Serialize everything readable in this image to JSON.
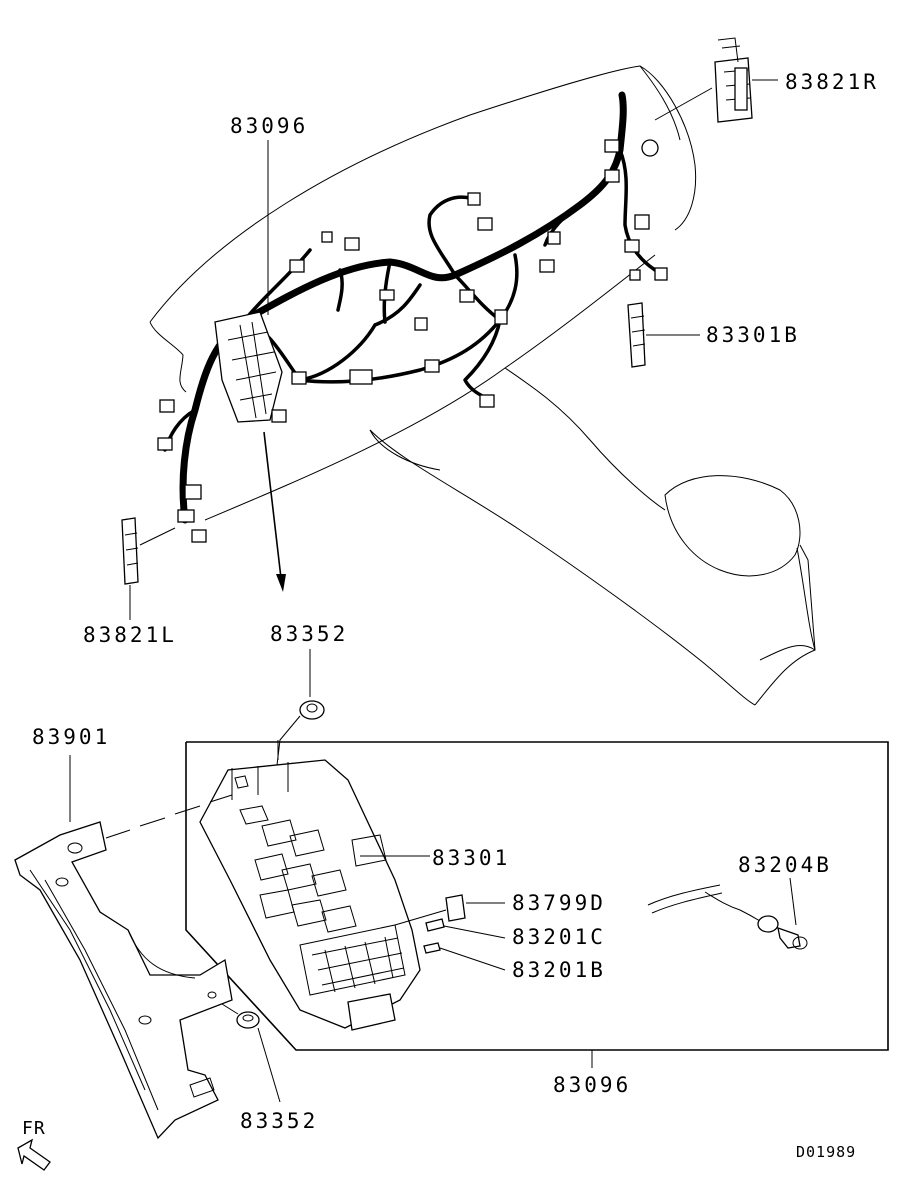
{
  "labels": {
    "harness_top": "83096",
    "relay_right": "83821R",
    "box_right": "83301B",
    "relay_left": "83821L",
    "nut_top": "83352",
    "bracket": "83901",
    "junction_block": "83301",
    "fuse_d": "83799D",
    "fuse_c": "83201C",
    "fuse_b": "83201B",
    "bulb": "83204B",
    "nut_bottom": "83352",
    "harness_bottom": "83096",
    "direction": "FR",
    "diagram_ref": "D01989"
  }
}
